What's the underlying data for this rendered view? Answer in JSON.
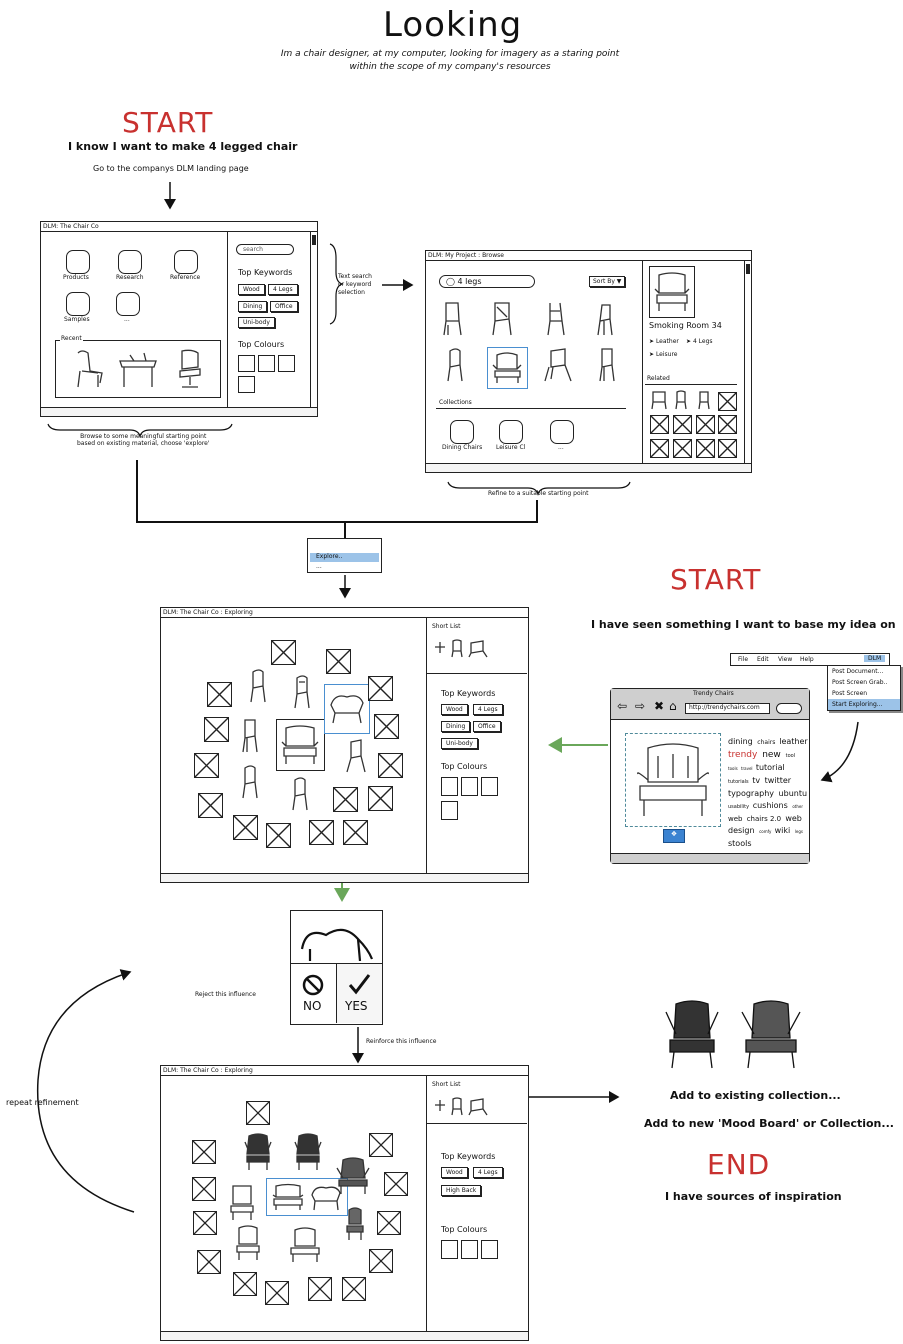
{
  "header": {
    "title": "Looking",
    "subtitle_line1": "Im a chair designer, at my computer, looking for imagery as a staring point",
    "subtitle_line2": "within the scope of my company's resources"
  },
  "start1": {
    "label": "START",
    "text": "I know I want to make 4 legged chair",
    "step": "Go to the companys DLM landing page"
  },
  "landing": {
    "title": "DLM: The Chair Co",
    "icons": [
      "Products",
      "Research",
      "Reference",
      "Samples",
      "..."
    ],
    "recent_label": "Recent",
    "search_placeholder": "search",
    "top_keywords": "Top Keywords",
    "keywords": [
      "Wood",
      "4 Legs",
      "Dining",
      "Office",
      "Uni-body"
    ],
    "top_colours": "Top Colours",
    "caption_line1": "Browse to some meaningful starting point",
    "caption_line2": "based on existing material, choose 'explore'"
  },
  "annot_search": [
    "Text search",
    "or keyword",
    "selection"
  ],
  "browse": {
    "title": "DLM: My Project : Browse",
    "search_value": "4 legs",
    "sort_by": "Sort By",
    "collections_label": "Collections",
    "collections": [
      "Dining Chairs",
      "Leisure Cl",
      "..."
    ],
    "detail_title": "Smoking Room 34",
    "detail_tags": [
      "Leather",
      "4 Legs",
      "Leisure"
    ],
    "related_label": "Related",
    "caption": "Refine to a suitable starting point"
  },
  "context_menu": {
    "item": "Explore..",
    "item2": "..."
  },
  "explore1": {
    "title": "DLM: The Chair Co : Exploring",
    "short_list": "Short List",
    "top_keywords": "Top Keywords",
    "keywords": [
      "Wood",
      "4 Legs",
      "Dining",
      "Office",
      "Uni-body"
    ],
    "top_colours": "Top Colours"
  },
  "start2": {
    "label": "START",
    "text": "I have seen something I want to base my idea on"
  },
  "browser_menu": {
    "items": [
      "File",
      "Edit",
      "View",
      "Help",
      "DLM"
    ],
    "dropdown": [
      "Post Document...",
      "Post Screen Grab..",
      "Post Screen",
      "Start Exploring..."
    ]
  },
  "trendy": {
    "title": "Trendy Chairs",
    "url": "http://trendychairs.com",
    "tags": [
      {
        "w": "dining",
        "s": 8
      },
      {
        "w": "chairs",
        "s": 6
      },
      {
        "w": "leather",
        "s": 8
      },
      {
        "w": "trendy",
        "s": 9,
        "c": "#c8312f"
      },
      {
        "w": "new",
        "s": 9
      },
      {
        "w": "tool",
        "s": 5
      },
      {
        "w": "tools",
        "s": 4
      },
      {
        "w": "travel",
        "s": 4
      },
      {
        "w": "tutorial",
        "s": 8
      },
      {
        "w": "tutorials",
        "s": 5
      },
      {
        "w": "tv",
        "s": 8
      },
      {
        "w": "twitter",
        "s": 8
      },
      {
        "w": "typography",
        "s": 8
      },
      {
        "w": "ubuntu",
        "s": 8
      },
      {
        "w": "usability",
        "s": 5
      },
      {
        "w": "cushions",
        "s": 8
      },
      {
        "w": "other",
        "s": 4
      },
      {
        "w": "web",
        "s": 7
      },
      {
        "w": "chairs 2.0",
        "s": 7
      },
      {
        "w": "web design",
        "s": 8
      },
      {
        "w": "comfy",
        "s": 4
      },
      {
        "w": "wiki",
        "s": 8
      },
      {
        "w": "legs",
        "s": 4
      },
      {
        "w": "stools",
        "s": 8
      }
    ]
  },
  "decision": {
    "no": "NO",
    "yes": "YES",
    "reject": "Reject this influence",
    "reinforce": "Reinforce this influence"
  },
  "repeat": "repeat refinement",
  "explore2": {
    "title": "DLM: The Chair Co : Exploring",
    "short_list": "Short List",
    "top_keywords": "Top Keywords",
    "keywords": [
      "Wood",
      "4 Legs",
      "High Back"
    ],
    "top_colours": "Top Colours"
  },
  "outcome": {
    "add_existing": "Add to existing collection...",
    "add_new": "Add to new 'Mood Board' or Collection...",
    "end": "END",
    "end_text": "I have sources of inspiration"
  },
  "colors": {
    "accent_red": "#c8312f",
    "arrow_green": "#6aa75a",
    "select_blue": "#4a8fd0"
  }
}
